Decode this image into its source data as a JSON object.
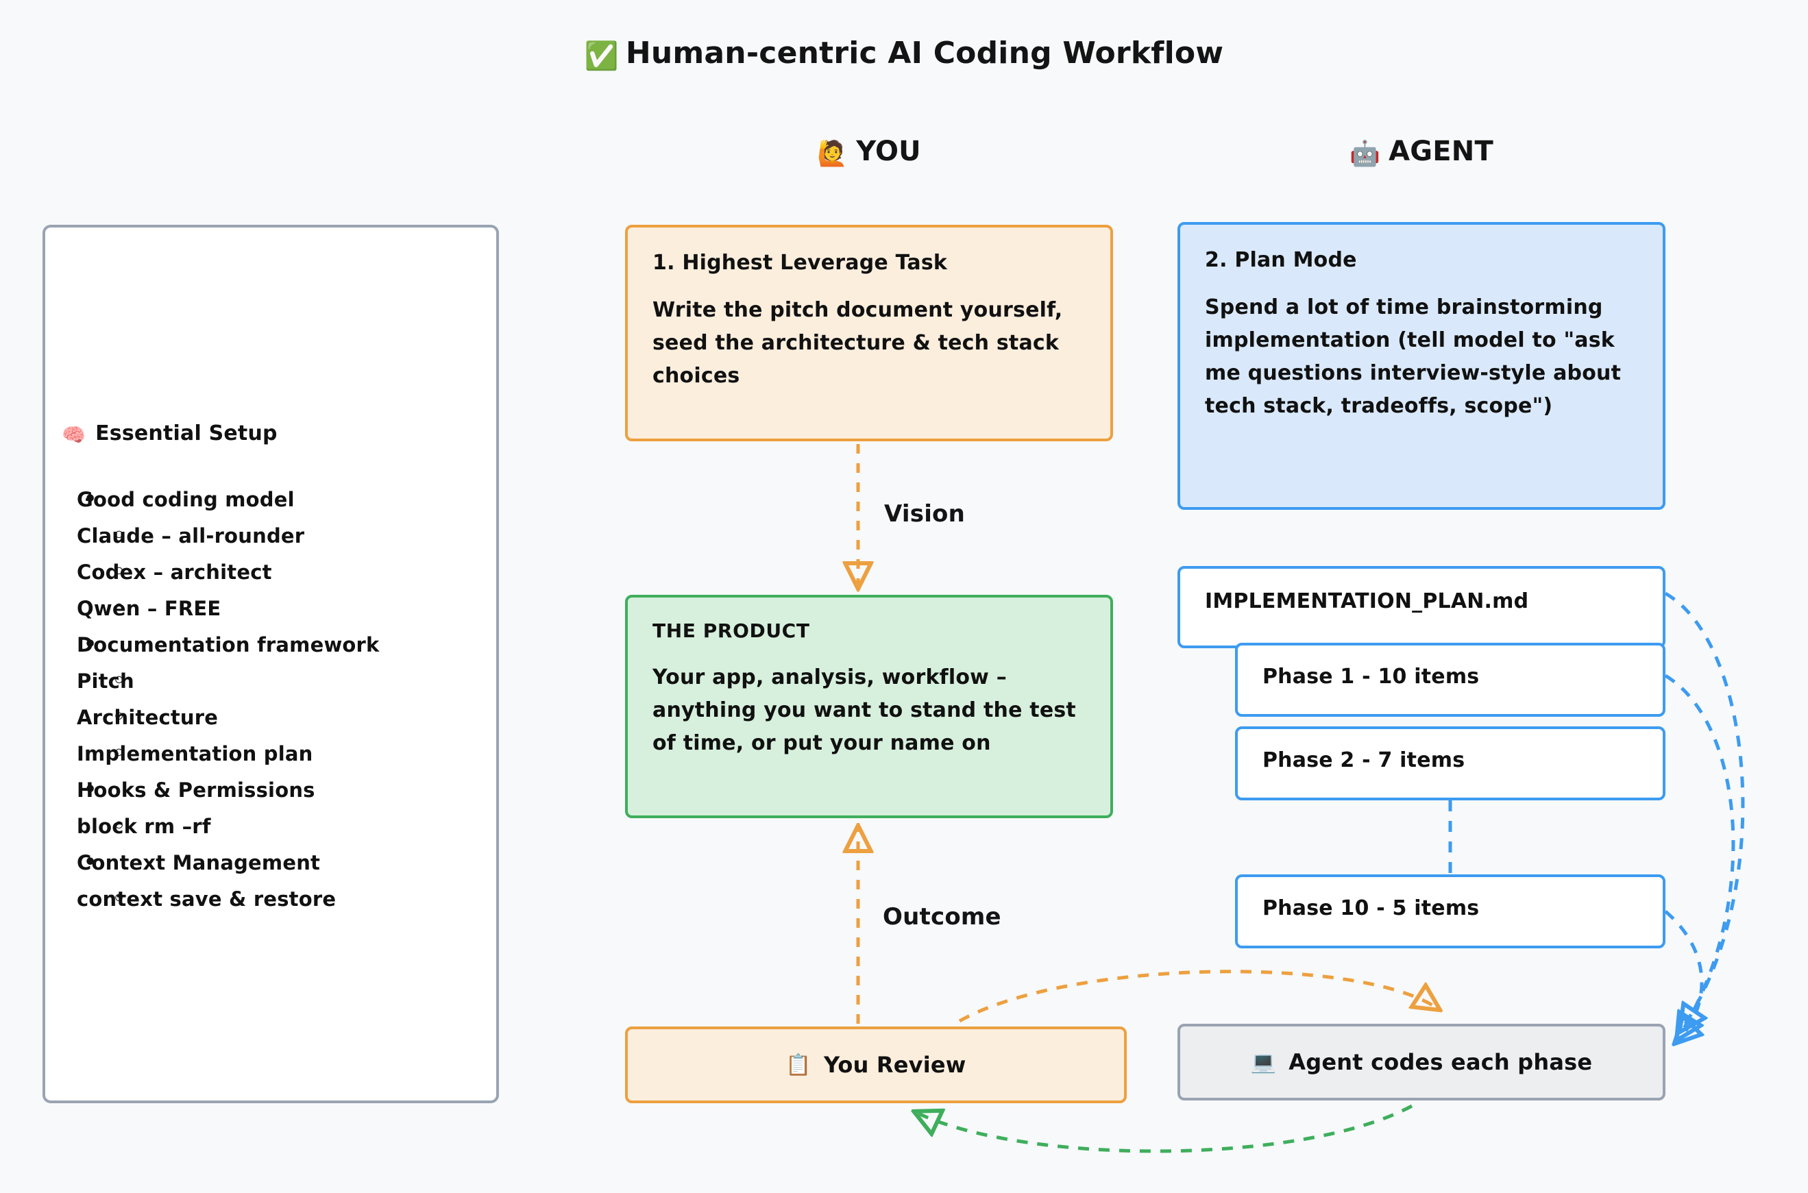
{
  "page": {
    "title_emoji": "✅",
    "title": "Human-centric AI Coding Workflow",
    "background": "#f7f9fb"
  },
  "columns": [
    {
      "id": "you",
      "emoji": "🙋",
      "label": "YOU"
    },
    {
      "id": "agent",
      "emoji": "🤖",
      "label": "AGENT"
    }
  ],
  "left_panel": {
    "heading_emoji": "🧠",
    "heading": "Essential Setup",
    "items": [
      {
        "level": 1,
        "text": "Good coding model"
      },
      {
        "level": 2,
        "text": "Claude – all-rounder"
      },
      {
        "level": 2,
        "text": "Codex – architect"
      },
      {
        "level": 2,
        "text": "Qwen – FREE"
      },
      {
        "level": 1,
        "text": "Documentation framework"
      },
      {
        "level": 2,
        "text": "Pitch"
      },
      {
        "level": 2,
        "text": "Architecture"
      },
      {
        "level": 2,
        "text": "Implementation plan"
      },
      {
        "level": 1,
        "text": "Hooks & Permissions"
      },
      {
        "level": 2,
        "text": "block rm –rf"
      },
      {
        "level": 1,
        "text": "Context Management"
      },
      {
        "level": 2,
        "text": "context save & restore"
      }
    ]
  },
  "nodes": {
    "task": {
      "title": "1. Highest Leverage Task",
      "body": "Write the pitch document yourself, seed the architecture & tech stack choices",
      "color": "#eda03f",
      "fill": "#fbeedd"
    },
    "plan": {
      "title": "2. Plan Mode",
      "body": "Spend a lot of time brainstorming implementation (tell model to \"ask me questions interview-style about tech stack, tradeoffs, scope\")",
      "color": "#3d9bf0",
      "fill": "#d9e9fb"
    },
    "product": {
      "title": "THE PRODUCT",
      "body": "Your app, analysis, workflow – anything you want to stand the test of time, or put your name on",
      "color": "#3fae5c",
      "fill": "#d7f0dd"
    },
    "plan_md": {
      "label": "IMPLEMENTATION_PLAN.md",
      "color": "#3d9bf0"
    },
    "phase1": {
      "label": "Phase 1 - 10 items",
      "color": "#3d9bf0"
    },
    "phase2": {
      "label": "Phase 2 - 7 items",
      "color": "#3d9bf0"
    },
    "phase10": {
      "label": "Phase 10 - 5 items",
      "color": "#3d9bf0"
    },
    "review": {
      "emoji": "📋",
      "label": "You Review",
      "color": "#eda03f",
      "fill": "#fbeedd"
    },
    "agent_codes": {
      "emoji": "💻",
      "label": "Agent codes each phase",
      "color": "#9aa3b2",
      "fill": "#eceef0"
    }
  },
  "edges": {
    "vision": {
      "label": "Vision",
      "color": "#eda03f",
      "from": "task",
      "to": "product"
    },
    "outcome": {
      "label": "Outcome",
      "color": "#eda03f",
      "from": "review",
      "to": "product"
    },
    "review_to_agent": {
      "label": "",
      "color": "#eda03f",
      "from": "review",
      "to": "agent_codes"
    },
    "agent_to_review": {
      "label": "",
      "color": "#3fae5c",
      "from": "agent_codes",
      "to": "review"
    },
    "plan_to_agent": {
      "label": "",
      "color": "#3d9bf0",
      "from": "plan_md",
      "to": "agent_codes"
    },
    "phase1_to_agent": {
      "label": "",
      "color": "#3d9bf0",
      "from": "phase1",
      "to": "agent_codes"
    },
    "phase10_to_agent": {
      "label": "",
      "color": "#3d9bf0",
      "from": "phase10",
      "to": "agent_codes"
    },
    "phase2_to_phase10": {
      "label": "",
      "color": "#3d9bf0",
      "from": "phase2",
      "to": "phase10"
    }
  }
}
